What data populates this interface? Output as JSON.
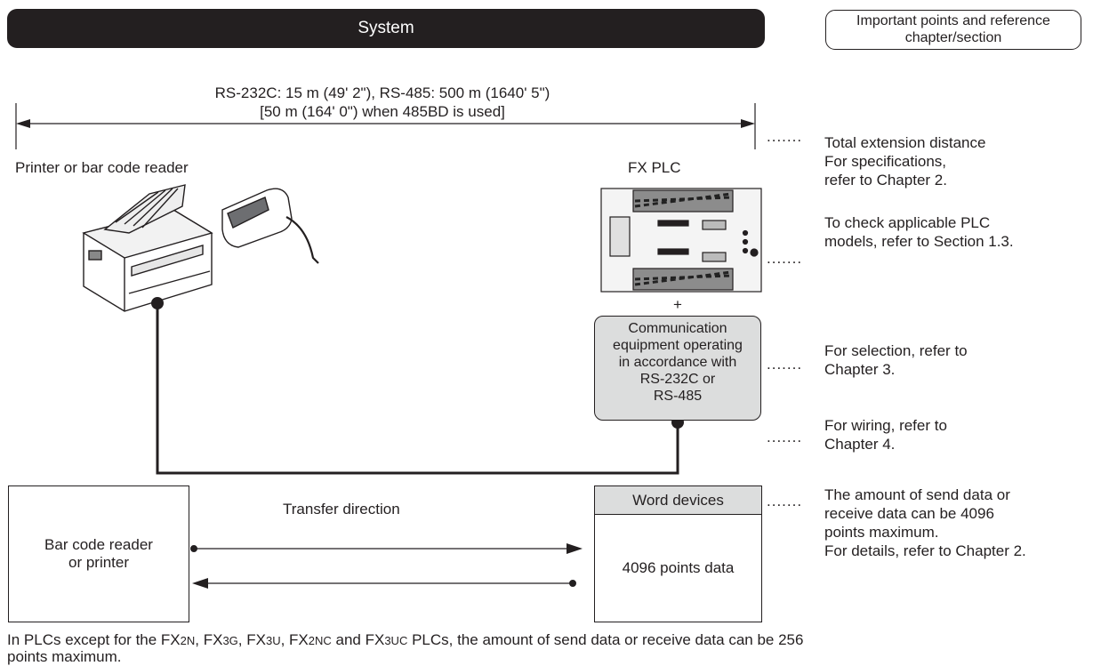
{
  "header": {
    "title": "System",
    "reference_title": "Important points and reference chapter/section"
  },
  "distance": {
    "line1": "RS-232C: 15 m (49' 2\"), RS-485: 500 m (1640' 5\")",
    "line2": "[50 m (164' 0\") when 485BD is used]"
  },
  "labels": {
    "printer_or_reader": "Printer or bar code reader",
    "fx_plc": "FX PLC",
    "plus": "+",
    "transfer_direction": "Transfer direction"
  },
  "comm_box": {
    "lines": [
      "Communication",
      "equipment operating",
      "in accordance with",
      "RS-232C or",
      "RS-485"
    ]
  },
  "bar_box": {
    "lines": [
      "Bar code reader",
      "or printer"
    ]
  },
  "word_box": {
    "header": "Word devices",
    "body": "4096 points data"
  },
  "notes": {
    "dots": ".......",
    "total_distance": [
      "Total extension distance",
      "For specifications,",
      "refer to Chapter 2."
    ],
    "check_plc": [
      "To check applicable PLC",
      "models, refer to Section 1.3."
    ],
    "selection": [
      "For selection, refer to",
      "Chapter 3."
    ],
    "wiring": [
      "For wiring, refer to",
      "Chapter 4."
    ],
    "amount": [
      "The amount of send data or",
      "receive data can be 4096",
      "points maximum.",
      "For details, refer to Chapter 2."
    ]
  },
  "footer": {
    "segments": [
      "In PLCs except for the FX",
      "2N",
      ", FX",
      "3G",
      ", FX",
      "3U",
      ", FX",
      "2NC",
      " and FX",
      "3UC",
      " PLCs, the amount of send data or receive data can be 256"
    ],
    "line2": "points maximum."
  }
}
